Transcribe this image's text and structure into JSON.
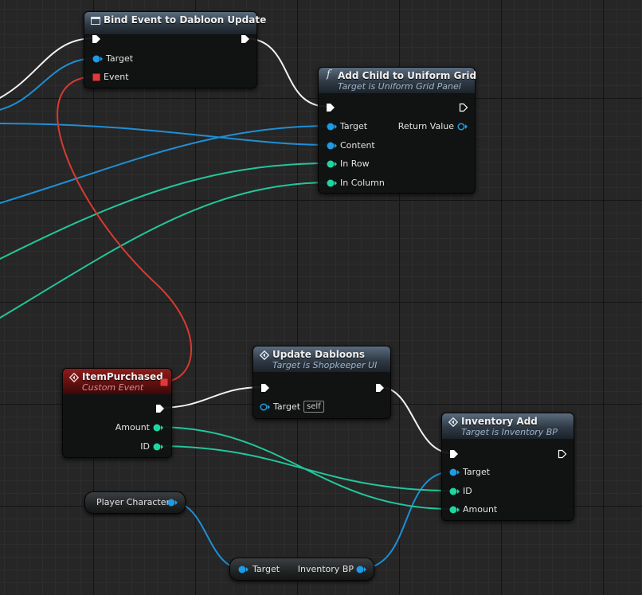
{
  "nodes": {
    "bind_event": {
      "title": "Bind Event to Dabloon Update",
      "pins": {
        "target": "Target",
        "event": "Event"
      }
    },
    "add_child": {
      "title": "Add Child to Uniform Grid",
      "subtitle": "Target is Uniform Grid Panel",
      "pins": {
        "target": "Target",
        "return_value": "Return Value",
        "content": "Content",
        "in_row": "In Row",
        "in_column": "In Column"
      }
    },
    "item_purchased": {
      "title": "ItemPurchased",
      "subtitle": "Custom Event",
      "pins": {
        "amount": "Amount",
        "id": "ID"
      }
    },
    "update_dabloons": {
      "title": "Update Dabloons",
      "subtitle": "Target is Shopkeeper UI",
      "pins": {
        "target": "Target",
        "self_default": "self"
      }
    },
    "inventory_add": {
      "title": "Inventory Add",
      "subtitle": "Target is Inventory BP",
      "pins": {
        "target": "Target",
        "id": "ID",
        "amount": "Amount"
      }
    },
    "player_character": {
      "label": "Player Character"
    },
    "cast_node": {
      "left_label": "Target",
      "right_label": "Inventory BP"
    }
  },
  "colors": {
    "exec": "#ffffff",
    "object_pin": "#1e9be6",
    "int_pin": "#1ed7a0",
    "delegate_pin": "#e03a3a",
    "function_header": "#3a4754",
    "event_header": "#7a1616"
  },
  "icons": {
    "bind_event": "event-dispatcher-icon",
    "add_child": "function-icon",
    "item_purchased": "custom-event-icon",
    "update_dabloons": "event-call-icon",
    "inventory_add": "event-call-icon"
  }
}
